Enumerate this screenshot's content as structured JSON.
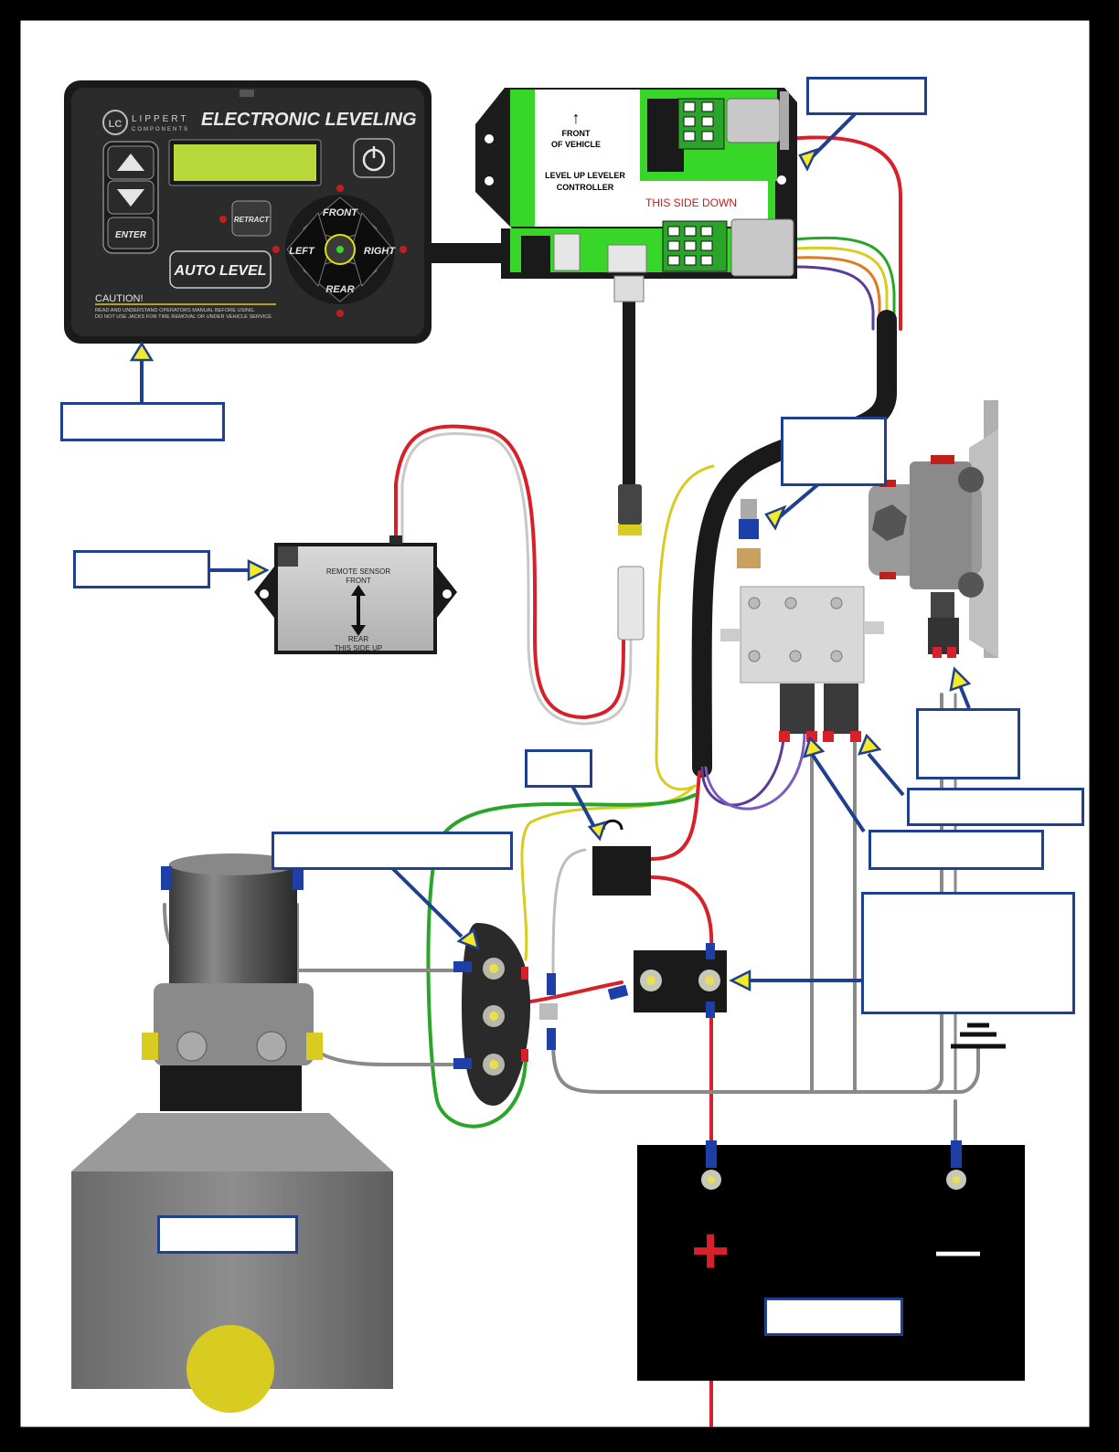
{
  "keypad": {
    "brand_top": "LIPPERT",
    "brand_bottom": "COMPONENTS",
    "title": "ELECTRONIC LEVELING",
    "enter_label": "ENTER",
    "retract_label": "RETRACT",
    "auto_level_label": "AUTO LEVEL",
    "front_label": "FRONT",
    "rear_label": "REAR",
    "left_label": "LEFT",
    "right_label": "RIGHT",
    "caution_title": "CAUTION!",
    "caution_line1": "READ AND UNDERSTAND OPERATORS MANUAL BEFORE USING.",
    "caution_line2": "DO NOT USE JACKS FOR TIRE REMOVAL OR UNDER VEHICLE SERVICE."
  },
  "controller": {
    "arrow": "↑",
    "front_line1": "FRONT",
    "front_line2": "OF VEHICLE",
    "name_line1": "LEVEL UP LEVELER",
    "name_line2": "CONTROLLER",
    "side_down": "THIS SIDE DOWN"
  },
  "remote_sensor": {
    "line1": "REMOTE SENSOR",
    "front": "FRONT",
    "rear": "REAR",
    "side_up": "THIS SIDE UP"
  },
  "battery": {
    "plus": "+",
    "minus": "—"
  },
  "colors": {
    "callout_border": "#1f3f8f",
    "arrow_fill": "#f3ea2a",
    "screen": "#b9d83a",
    "board_green": "#39d62a",
    "wire_red": "#d8202a",
    "wire_green": "#2aa52a",
    "wire_yellow": "#d8cc20",
    "wire_purple": "#5a3a9a"
  }
}
